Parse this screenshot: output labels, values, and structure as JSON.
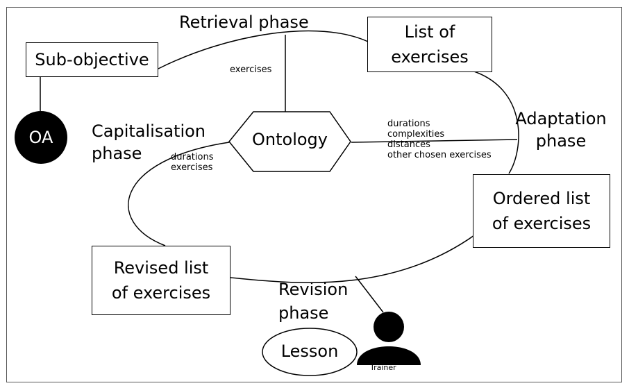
{
  "nodes": {
    "sub_objective": "Sub-objective",
    "oa": "OA",
    "list_of_exercises": [
      "List of",
      "exercises"
    ],
    "ontology": "Ontology",
    "ordered_list": [
      "Ordered list",
      "of exercises"
    ],
    "revised_list": [
      "Revised list",
      "of exercises"
    ],
    "lesson": "Lesson",
    "trainer": "Trainer"
  },
  "phases": {
    "retrieval": "Retrieval phase",
    "adaptation": [
      "Adaptation",
      "phase"
    ],
    "capitalisation": [
      "Capitalisation",
      "phase"
    ],
    "revision": [
      "Revision",
      "phase"
    ]
  },
  "annotations": {
    "retrieval_exercises": "exercises",
    "adaptation_items": [
      "durations",
      "complexities",
      "distances",
      "other chosen exercises"
    ],
    "capitalisation_items": [
      "durations",
      "exercises"
    ]
  }
}
